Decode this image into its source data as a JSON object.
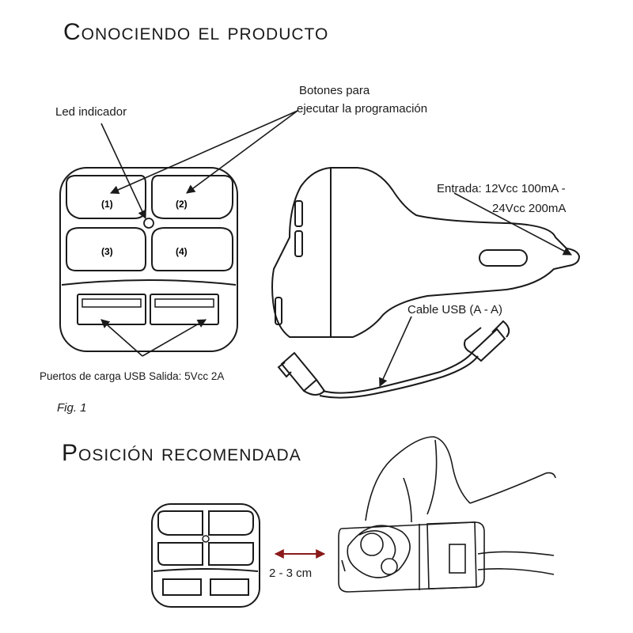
{
  "headings": {
    "section1": "Conociendo el producto",
    "section2": "Posición recomendada"
  },
  "labels": {
    "led": "Led indicador",
    "buttons_line1": "Botones para",
    "buttons_line2": "ejecutar la programación",
    "input_line1": "Entrada: 12Vcc 100mA -",
    "input_line2": "24Vcc 200mA",
    "cable": "Cable USB (A - A)",
    "ports": "Puertos de carga USB Salida: 5Vcc 2A",
    "figure": "Fig. 1",
    "distance": "2 - 3 cm"
  },
  "buttons": [
    "(1)",
    "(2)",
    "(3)",
    "(4)"
  ],
  "colors": {
    "line": "#1a1a1a",
    "arrow_red": "#8b1a1a"
  }
}
